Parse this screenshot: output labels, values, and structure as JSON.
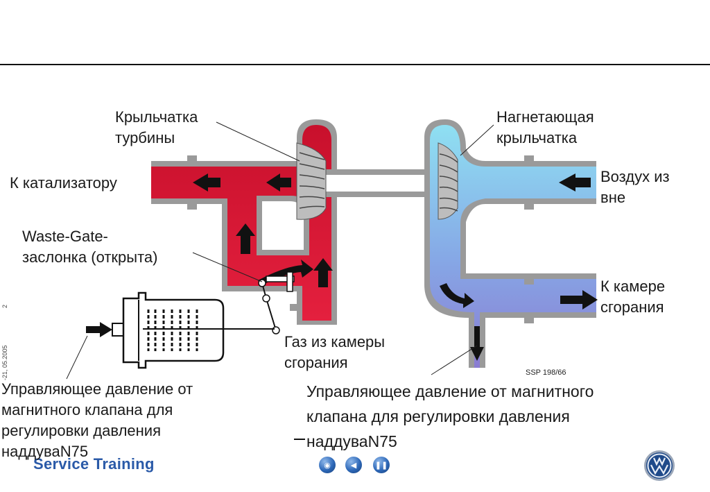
{
  "labels": {
    "turbine_wheel": [
      "Крыльчатка",
      "турбины"
    ],
    "compressor_wheel": [
      "Нагнетающая",
      "крыльчатка"
    ],
    "to_catalyst": "К катализатору",
    "air_in": [
      "Воздух из",
      "вне"
    ],
    "waste_gate": [
      "Waste-Gate-",
      "заслонка (открыта)"
    ],
    "to_chamber": [
      "К камере",
      "сгорания"
    ],
    "exhaust_gas": [
      "Газ из камеры",
      "сгорания"
    ],
    "control_left": [
      "Управляющее давление от",
      "магнитного клапана для",
      "регулировки давления",
      "наддуваN75"
    ],
    "control_right": [
      "Управляющее давление от магнитного",
      "клапана для регулировки давления",
      "наддуваN75"
    ]
  },
  "figure_code": "SSP 198/66",
  "side_text": "-21, 05.2005",
  "page_number": "2",
  "footer": {
    "brand": "Service Training",
    "nav": [
      {
        "name": "home-icon",
        "glyph": "◉"
      },
      {
        "name": "back-icon",
        "glyph": "◀"
      },
      {
        "name": "pause-icon",
        "glyph": "❚❚"
      }
    ]
  },
  "colors": {
    "exhaust": "#d4122e",
    "intake_top": "#7fd3ea",
    "intake_bottom": "#8a84d6",
    "pipe_wall": "#9a9a9a",
    "accent_blue": "#2a5aa8"
  }
}
